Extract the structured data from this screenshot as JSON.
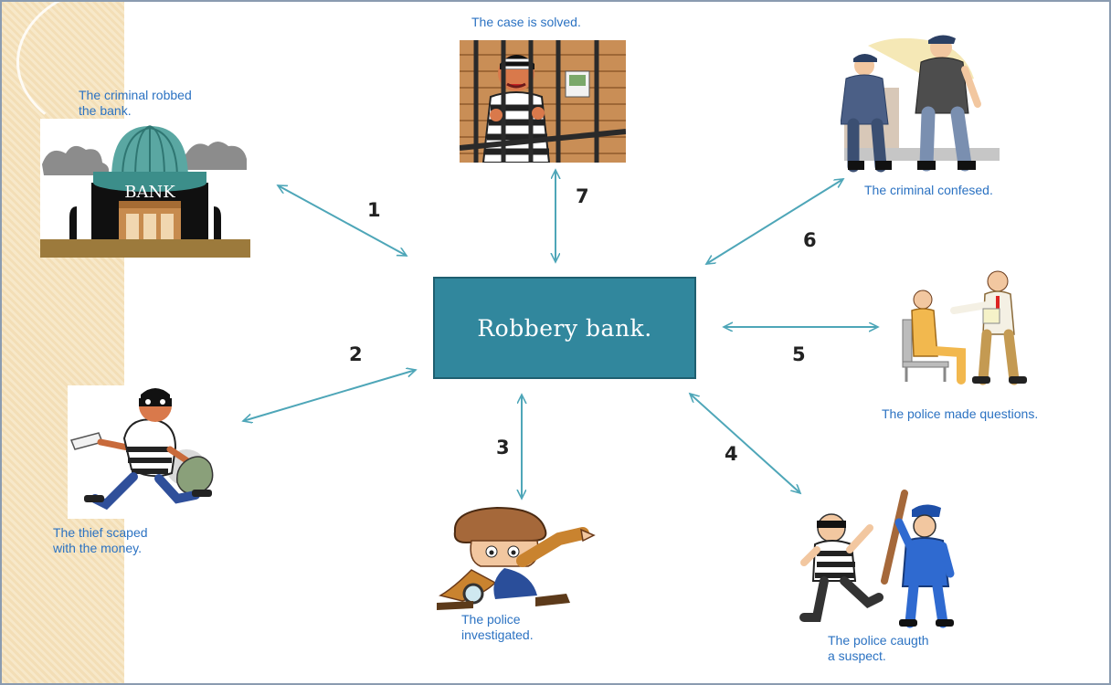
{
  "center": {
    "label": "Robbery bank."
  },
  "numbers": [
    "1",
    "2",
    "3",
    "4",
    "5",
    "6",
    "7"
  ],
  "captions": {
    "step1": [
      "The criminal robbed",
      "the bank."
    ],
    "step2": [
      "The thief scaped",
      "with the money."
    ],
    "step3": [
      "The police",
      "investigated."
    ],
    "step4": [
      "The police caugth",
      "a suspect."
    ],
    "step5": [
      "The police made questions."
    ],
    "step6": [
      "The criminal  confesed."
    ],
    "step7": [
      "The case is solved."
    ]
  },
  "bank_sign": "BANK",
  "colors": {
    "center_box": "#31879d",
    "arrow": "#4ea6b8",
    "caption": "#2b72c2",
    "side_panel": "#f3deb6"
  }
}
